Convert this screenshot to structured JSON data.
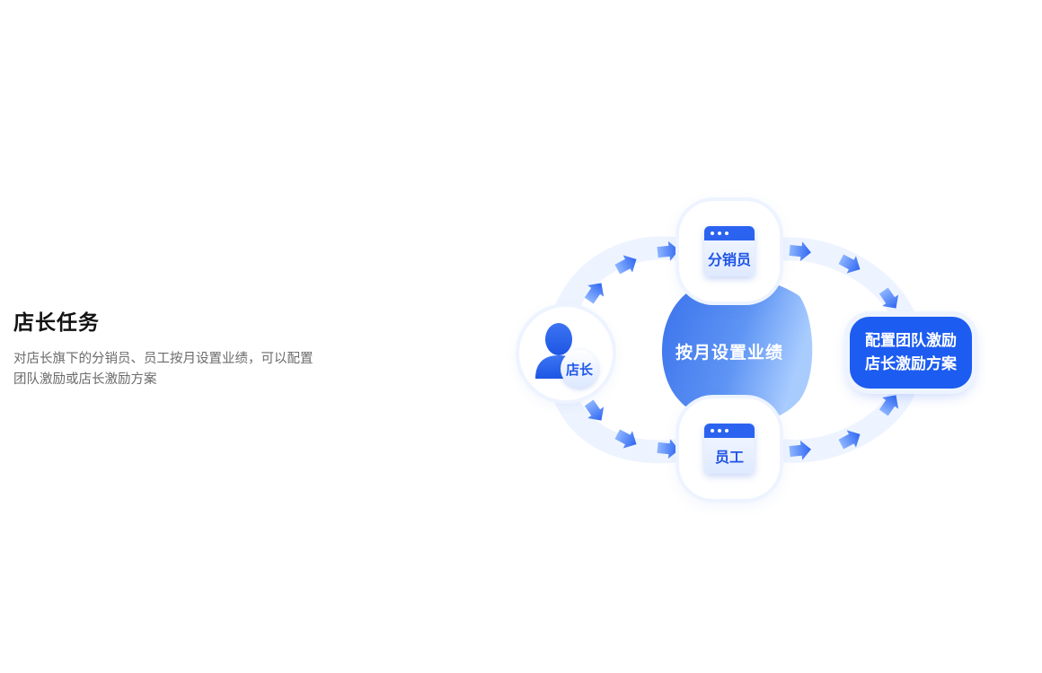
{
  "section": {
    "title": "店长任务",
    "description_line1": "对店长旗下的分销员、员工按月设置业绩，可以配置",
    "description_line2": "团队激励或店长激励方案"
  },
  "diagram": {
    "manager_label": "店长",
    "distributor_label": "分销员",
    "staff_label": "员工",
    "center_label": "按月设置业绩",
    "result_line1": "配置团队激励",
    "result_line2": "店长激励方案",
    "colors": {
      "primary": "#1c5cf0",
      "accent_light": "#a9ccff",
      "track": "#eef4ff"
    }
  }
}
